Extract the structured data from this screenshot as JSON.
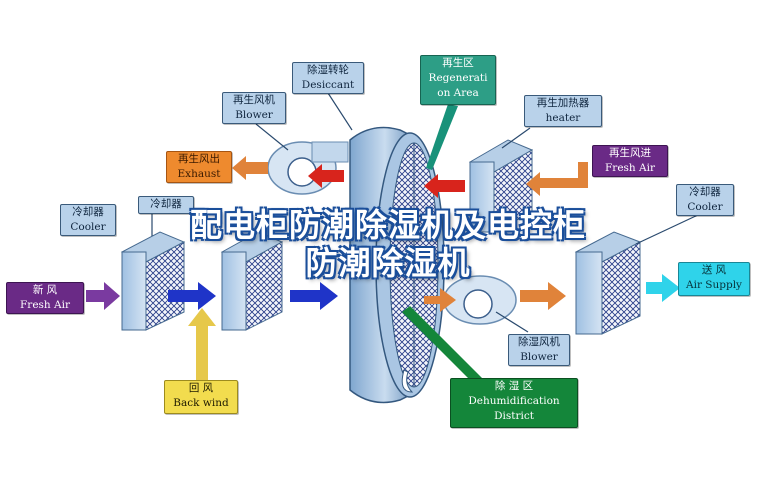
{
  "labels": {
    "desiccant": {
      "zh": "除湿转轮",
      "en": "Desiccant"
    },
    "regeneration_area": {
      "zh": "再生区",
      "en1": "Regenerati",
      "en2": "on Area"
    },
    "regen_blower": {
      "zh": "再生风机",
      "en": "Blower"
    },
    "regen_heater": {
      "zh": "再生加热器",
      "en": "heater"
    },
    "regen_exhaust": {
      "zh": "再生风出",
      "en": "Exhaust"
    },
    "regen_air_in": {
      "zh": "再生风进",
      "en": "Fresh Air"
    },
    "cooler_left": {
      "zh": "冷却器",
      "en": "Cooler"
    },
    "cooler_mid": {
      "zh": "冷却器"
    },
    "cooler_right": {
      "zh": "冷却器",
      "en": "Cooler"
    },
    "fresh_air_in": {
      "zh": "新    风",
      "en": "Fresh Air"
    },
    "air_supply": {
      "zh": "送  风",
      "en": "Air Supply"
    },
    "dehum_blower": {
      "zh": "除湿风机",
      "en": "Blower"
    },
    "back_wind": {
      "zh": "回    风",
      "en": "Back wind"
    },
    "dehum_district": {
      "zh": "除    湿    区",
      "en1": "Dehumidification",
      "en2": "District"
    }
  },
  "title_overlay": {
    "line1": "配电柜防潮除湿机及电控柜",
    "line2": "防潮除湿机"
  },
  "colors": {
    "label_blue": "#b9d2ea",
    "purple": "#6a2a86",
    "orange": "#ee8a2e",
    "yellow": "#f2dc4e",
    "green": "#14863a",
    "cyan": "#2fd3ea",
    "arrow_red": "#d8241c",
    "arrow_blue": "#1f34c8",
    "arrow_orange": "#e0833a",
    "arrow_purple": "#7a3aa0",
    "arrow_yellow": "#e6c84a"
  }
}
